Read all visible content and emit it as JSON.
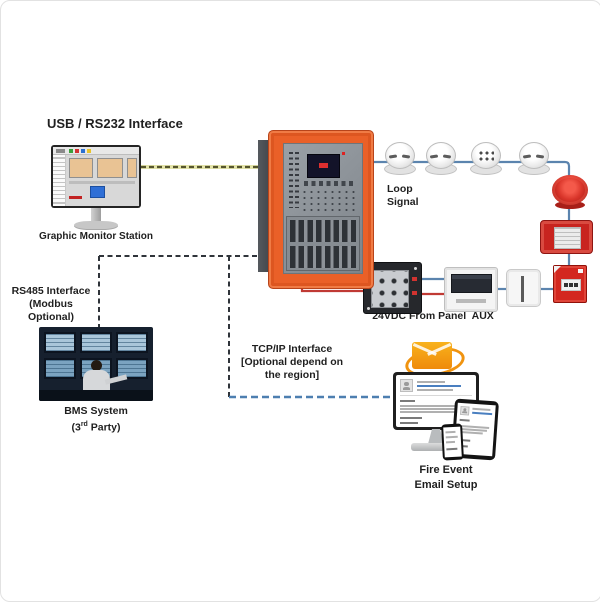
{
  "labels": {
    "usb": "USB / RS232 Interface",
    "graphic_monitor": "Graphic Monitor Station",
    "loop": "Loop Signal",
    "rs485_1": "RS485 Interface",
    "rs485_2": "(Modbus Optional)",
    "bms_1": "BMS System",
    "bms_pre": "(3",
    "bms_sup": "rd",
    "bms_post": " Party)",
    "tcpip_1": "TCP/IP Interface",
    "tcpip_2": "[Optional depend on",
    "tcpip_3": "the region]",
    "aux": "24VDC From Panel  AUX",
    "fire_1": "Fire Event",
    "fire_2": "Email Setup"
  },
  "colors": {
    "panel_orange": "#ea6028",
    "loop_line_blue": "#5b84ae",
    "aux_line_red": "#c03a34",
    "rs485_dash_dark": "#2f343a",
    "tcpip_dash_blue": "#4d7fb0",
    "usb_dash_olive": "#55552e",
    "alarm_red": "#cc2a23",
    "email_orange": "#f0930f"
  },
  "nodes": {
    "graphic_monitor_station": "desktop-monitor-icon",
    "fire_alarm_control_panel": "control-panel-icon",
    "smoke_detector": "smoke-detector-icon",
    "sounder_beacon": "alarm-beacon-icon",
    "horn_strobe": "horn-strobe-icon",
    "manual_call_point": "call-point-icon",
    "io_module": "io-module-icon",
    "lcd_annunciator": "annunciator-icon",
    "relay_module": "relay-module-icon",
    "bms_control_room": "control-room-photo",
    "email_envelope": "envelope-icon",
    "email_monitor": "desktop-monitor-icon",
    "email_tablet": "tablet-icon",
    "email_phone": "phone-icon"
  }
}
